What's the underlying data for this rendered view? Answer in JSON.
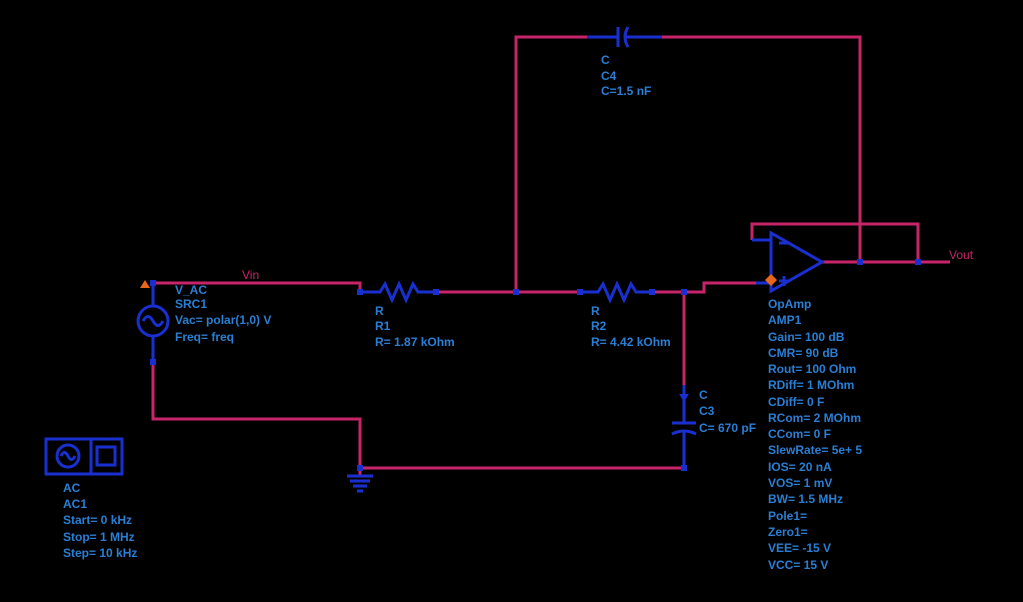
{
  "colors": {
    "background": "#000000",
    "wire": "#c8246a",
    "component": "#1a2fd0",
    "label": "#2a7fd4"
  },
  "nets": {
    "vin": "Vin",
    "vout": "Vout"
  },
  "src": {
    "type": "V_AC",
    "name": "SRC1",
    "params": [
      "Vac= polar(1,0) V",
      "Freq= freq"
    ]
  },
  "r1": {
    "type": "R",
    "name": "R1",
    "value": "R= 1.87 kOhm"
  },
  "r2": {
    "type": "R",
    "name": "R2",
    "value": "R= 4.42 kOhm"
  },
  "c3": {
    "type": "C",
    "name": "C3",
    "value": "C= 670 pF"
  },
  "c4": {
    "type": "C",
    "name": "C4",
    "value": "C=1.5 nF"
  },
  "opamp": {
    "type": "OpAmp",
    "name": "AMP1",
    "params": [
      "Gain= 100 dB",
      "CMR= 90 dB",
      "Rout= 100 Ohm",
      "RDiff= 1 MOhm",
      "CDiff= 0 F",
      "RCom= 2 MOhm",
      "CCom= 0 F",
      "SlewRate= 5e+ 5",
      "IOS= 20 nA",
      "VOS= 1 mV",
      "BW= 1.5 MHz",
      "Pole1=",
      "Zero1=",
      "VEE= -15 V",
      "VCC= 15 V"
    ]
  },
  "ac": {
    "type": "AC",
    "name": "AC1",
    "params": [
      "Start= 0 kHz",
      "Stop= 1 MHz",
      "Step= 10 kHz"
    ]
  }
}
